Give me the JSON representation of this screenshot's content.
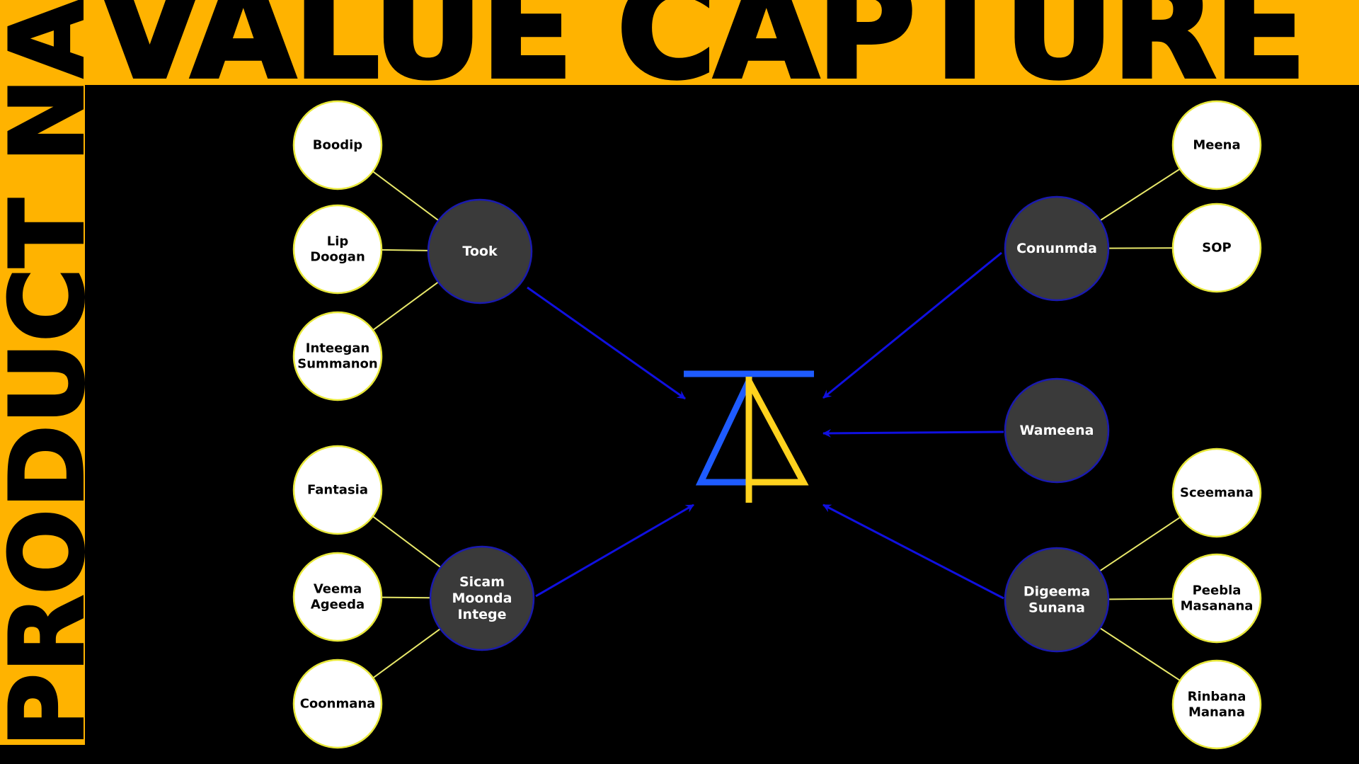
{
  "title": "VALUE CAPTURE",
  "side_title": "PRODUCT NAME",
  "colors": {
    "accent": "#FFB300",
    "background": "#000000",
    "hub_fill": "#3A3A3A",
    "hub_stroke": "#1A1AB0",
    "leaf_fill": "#FFFFFF",
    "leaf_stroke": "#E8E83A",
    "connector": "#E8E86A",
    "arrow": "#1010E0",
    "logo_blue": "#1E5BFF",
    "logo_yellow": "#FFD21E"
  },
  "center_logo": {
    "icon": "balance-triangle-logo-icon"
  },
  "hubs": [
    {
      "id": "took",
      "label": [
        "Took"
      ],
      "leaves": [
        {
          "label": [
            "Boodip"
          ]
        },
        {
          "label": [
            "Lip",
            "Doogan"
          ]
        },
        {
          "label": [
            "Inteegan",
            "Summanon"
          ]
        }
      ]
    },
    {
      "id": "sicam",
      "label": [
        "Sicam",
        "Moonda",
        "Intege"
      ],
      "leaves": [
        {
          "label": [
            "Fantasia"
          ]
        },
        {
          "label": [
            "Veema",
            "Ageeda"
          ]
        },
        {
          "label": [
            "Coonmana"
          ]
        }
      ]
    },
    {
      "id": "conunmda",
      "label": [
        "Conunmda"
      ],
      "leaves": [
        {
          "label": [
            "Meena"
          ]
        },
        {
          "label": [
            "SOP"
          ]
        }
      ]
    },
    {
      "id": "wameena",
      "label": [
        "Wameena"
      ],
      "leaves": []
    },
    {
      "id": "digeema",
      "label": [
        "Digeema",
        "Sunana"
      ],
      "leaves": [
        {
          "label": [
            "Sceemana"
          ]
        },
        {
          "label": [
            "Peebla",
            "Masanana"
          ]
        },
        {
          "label": [
            "Rinbana",
            "Manana"
          ]
        }
      ]
    }
  ]
}
